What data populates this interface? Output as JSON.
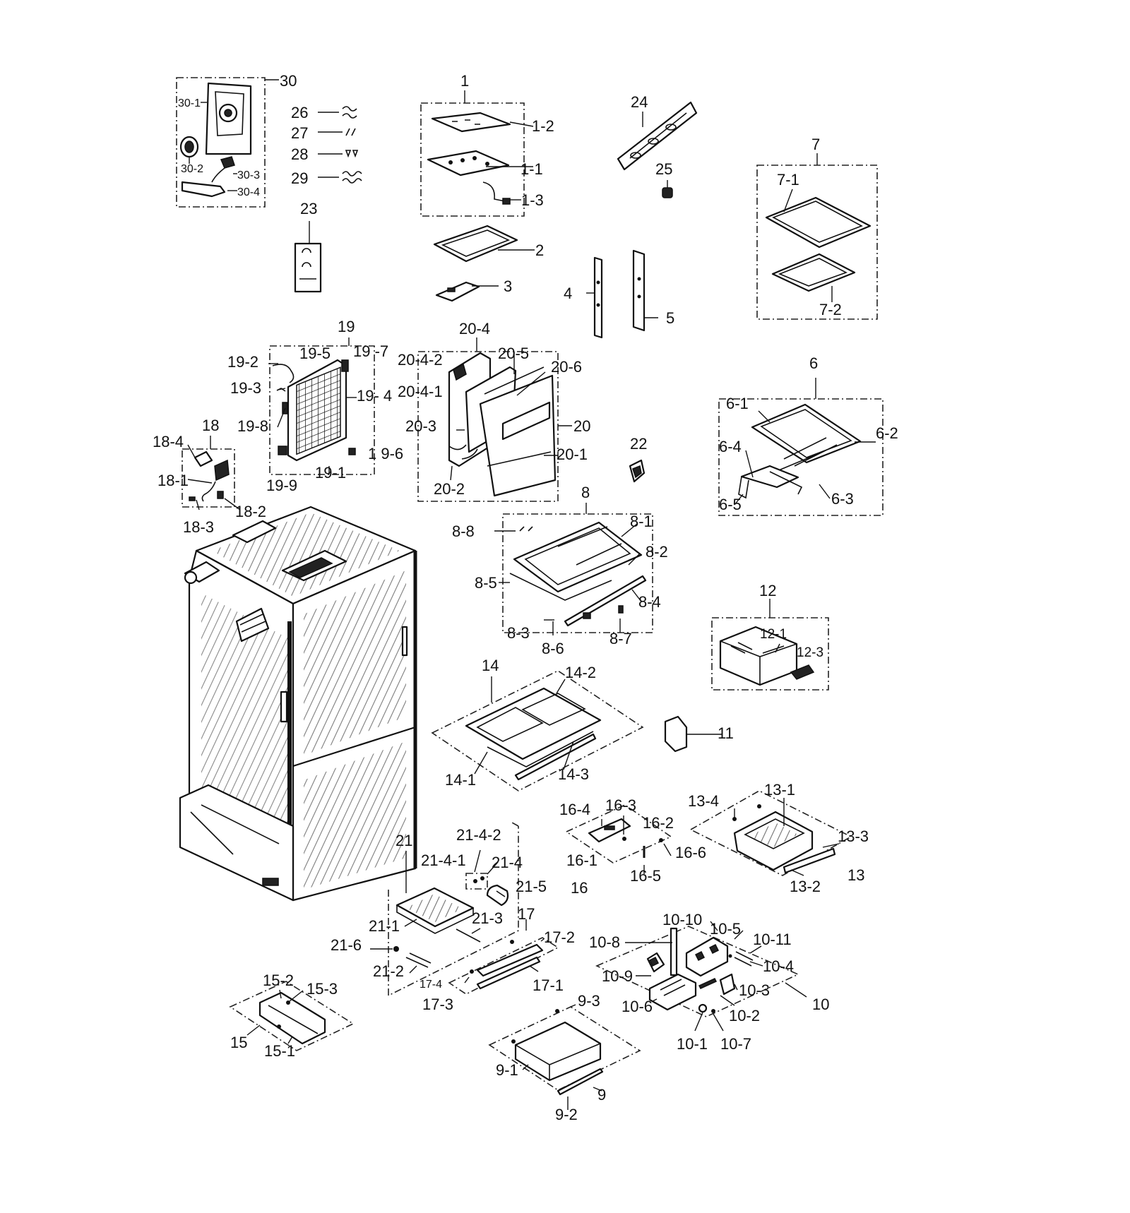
{
  "callouts": {
    "c1": "1",
    "c1_1": "1-1",
    "c1_2": "1-2",
    "c1_3": "1-3",
    "c2": "2",
    "c3": "3",
    "c4": "4",
    "c5": "5",
    "c6": "6",
    "c6_1": "6-1",
    "c6_2": "6-2",
    "c6_3": "6-3",
    "c6_4": "6-4",
    "c6_5": "6-5",
    "c7": "7",
    "c7_1": "7-1",
    "c7_2": "7-2",
    "c8": "8",
    "c8_1": "8-1",
    "c8_2": "8-2",
    "c8_3": "8-3",
    "c8_4": "8-4",
    "c8_5": "8-5",
    "c8_6": "8-6",
    "c8_7": "8-7",
    "c8_8": "8-8",
    "c9": "9",
    "c9_1": "9-1",
    "c9_2": "9-2",
    "c9_3": "9-3",
    "c10": "10",
    "c10_1": "10-1",
    "c10_2": "10-2",
    "c10_3": "10-3",
    "c10_4": "10-4",
    "c10_5": "10-5",
    "c10_6": "10-6",
    "c10_7": "10-7",
    "c10_8": "10-8",
    "c10_9": "10-9",
    "c10_10": "10-10",
    "c10_11": "10-11",
    "c11": "11",
    "c12": "12",
    "c12_1": "12-1",
    "c12_3": "12-3",
    "c13": "13",
    "c13_1": "13-1",
    "c13_2": "13-2",
    "c13_3": "13-3",
    "c13_4": "13-4",
    "c14": "14",
    "c14_1": "14-1",
    "c14_2": "14-2",
    "c14_3": "14-3",
    "c15": "15",
    "c15_1": "15-1",
    "c15_2": "15-2",
    "c15_3": "15-3",
    "c16": "16",
    "c16_1": "16-1",
    "c16_2": "16-2",
    "c16_3": "16-3",
    "c16_4": "16-4",
    "c16_5": "16-5",
    "c16_6": "16-6",
    "c17": "17",
    "c17_1": "17-1",
    "c17_2": "17-2",
    "c17_3": "17-3",
    "c17_4": "17-4",
    "c18": "18",
    "c18_1": "18-1",
    "c18_2": "18-2",
    "c18_3": "18-3",
    "c18_4": "18-4",
    "c19": "19",
    "c19_1": "19-1",
    "c19_2": "19-2",
    "c19_3": "19-3",
    "c19_4": "19- 4",
    "c19_5": "19-5",
    "c19_6": "1 9-6",
    "c19_7": "19 -7",
    "c19_8": "19-8",
    "c19_9": "19-9",
    "c20": "20",
    "c20_1": "20-1",
    "c20_2": "20-2",
    "c20_3": "20-3",
    "c20_4": "20-4",
    "c20_4_1": "20-4-1",
    "c20_4_2": "20-4-2",
    "c20_5": "20-5",
    "c20_6": "20-6",
    "c21": "21",
    "c21_1": "21-1",
    "c21_2": "21-2",
    "c21_3": "21-3",
    "c21_4": "21-4",
    "c21_4_1": "21-4-1",
    "c21_4_2": "21-4-2",
    "c21_5": "21-5",
    "c21_6": "21-6",
    "c22": "22",
    "c23": "23",
    "c24": "24",
    "c25": "25",
    "c26": "26",
    "c27": "27",
    "c28": "28",
    "c29": "29",
    "c30": "30",
    "c30_1": "30-1",
    "c30_2": "30-2",
    "c30_3": "30-3",
    "c30_4": "30-4"
  }
}
